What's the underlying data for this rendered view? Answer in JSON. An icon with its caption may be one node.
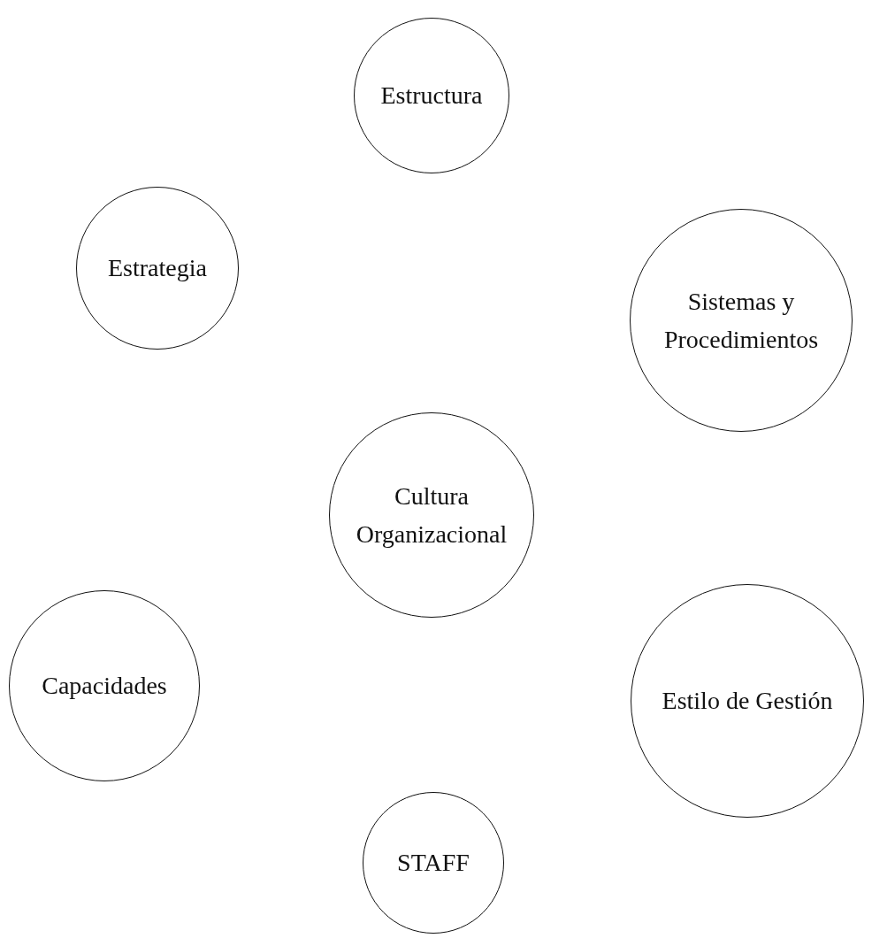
{
  "diagram": {
    "nodes": [
      {
        "text": [
          "Estructura"
        ]
      },
      {
        "text": [
          "Estrategia"
        ]
      },
      {
        "text": [
          "Sistemas y Procedimientos"
        ]
      },
      {
        "text": [
          "Cultura Organizacional"
        ]
      },
      {
        "text": [
          "Capacidades"
        ]
      },
      {
        "text": [
          "Estilo de Gestión"
        ]
      },
      {
        "text": [
          "STAFF"
        ]
      }
    ]
  }
}
